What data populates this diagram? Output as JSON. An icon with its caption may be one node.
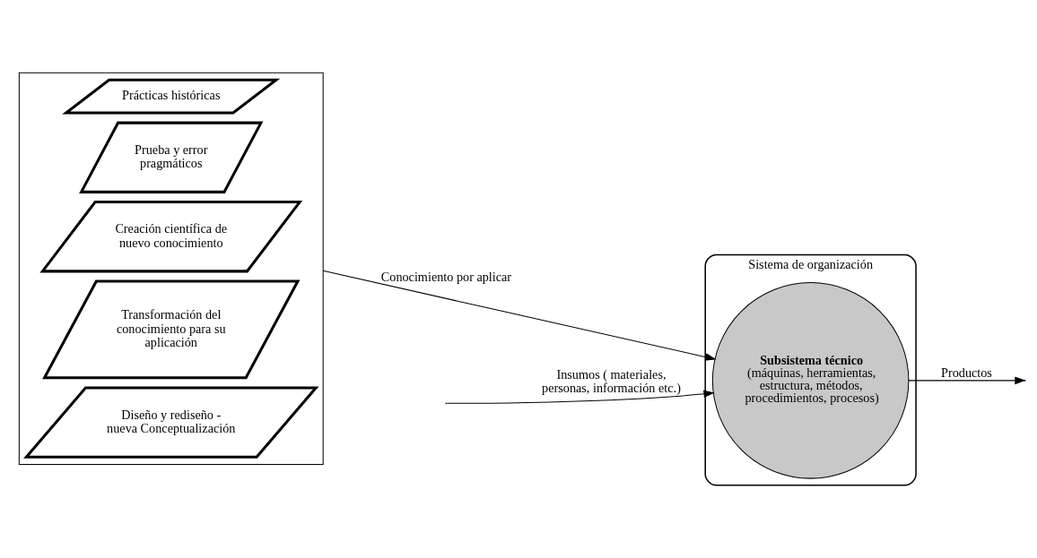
{
  "diagram": {
    "nodes": [
      {
        "text": [],
        "shape": "box"
      },
      {
        "text": [
          "Prácticas históricas"
        ],
        "in": 0
      },
      {
        "text": [
          "Prueba y error pragmáticos"
        ],
        "in": 0
      },
      {
        "text": [
          "Creación científica de nuevo conocimiento"
        ],
        "in": 0
      },
      {
        "text": [
          "Transformación del conocimiento para su aplicación"
        ],
        "in": 0
      },
      {
        "text": [
          "Diseño y rediseño - nueva Conceptualización"
        ],
        "in": 0
      },
      {
        "text": [
          "Sistema de organización"
        ]
      },
      {
        "text": [
          "Subsistema técnico",
          "(máquinas, herramientas, estructura, métodos, procedimientos, procesos)"
        ],
        "in": 6
      }
    ],
    "edges": [
      {
        "from": 0,
        "to": 7,
        "arrow": "to",
        "label": "Conocimiento por aplicar"
      },
      {
        "from": null,
        "to": 7,
        "arrow": "to",
        "label": "Insumos ( materiales, personas, información etc.)"
      },
      {
        "from": 7,
        "to": null,
        "arrow": "to",
        "label": "Productos"
      }
    ]
  }
}
